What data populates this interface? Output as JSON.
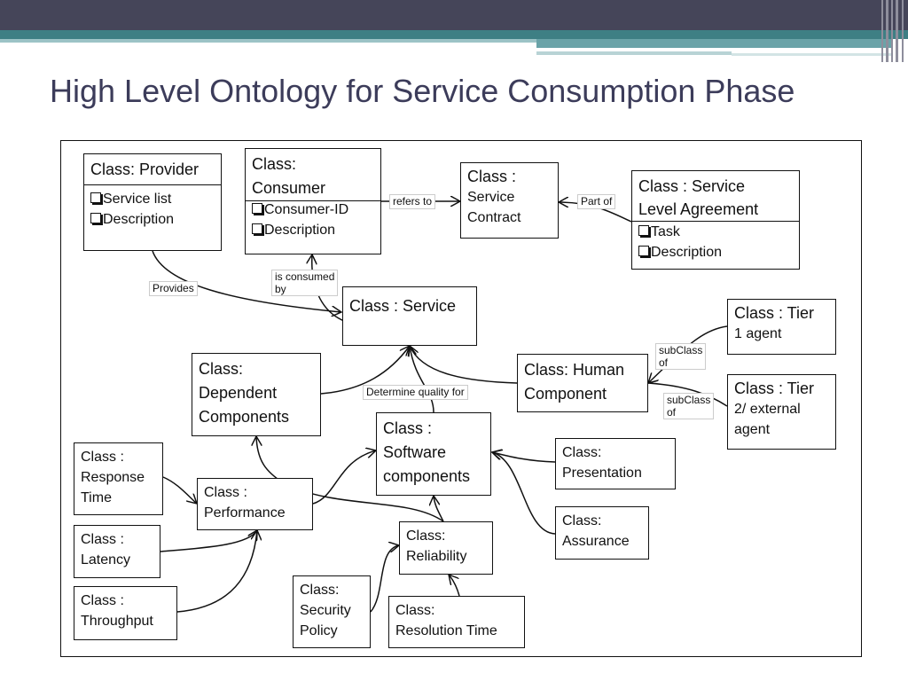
{
  "slide": {
    "title": "High Level Ontology for Service Consumption Phase"
  },
  "classes": {
    "provider": {
      "title": "Class:  Provider",
      "attrs": [
        "Service list",
        "Description"
      ]
    },
    "consumer": {
      "title_line1": "Class:",
      "title_line2": "Consumer",
      "attrs": [
        "Consumer-ID",
        "Description"
      ]
    },
    "contract": {
      "line1": "Class :",
      "line2": "Service",
      "line3": "Contract"
    },
    "sla": {
      "title_line1": "Class : Service",
      "title_line2": "Level Agreement",
      "attrs": [
        "Task",
        "Description"
      ]
    },
    "service": {
      "line1": "Class : Service"
    },
    "tier1": {
      "line1": "Class : Tier",
      "line2": "1 agent"
    },
    "tier2": {
      "line1": "Class : Tier",
      "line2": "2/ external",
      "line3": "agent"
    },
    "human": {
      "line1": "Class: Human",
      "line2": "Component"
    },
    "dependent": {
      "line1": "Class:",
      "line2": "Dependent",
      "line3": "Components"
    },
    "software": {
      "line1": "Class :",
      "line2": "Software",
      "line3": "components"
    },
    "presentation": {
      "line1": "Class:",
      "line2": "Presentation"
    },
    "assurance": {
      "line1": "Class:",
      "line2": "Assurance"
    },
    "response": {
      "line1": "Class :",
      "line2": "Response",
      "line3": "Time"
    },
    "performance": {
      "line1": "Class :",
      "line2": "Performance"
    },
    "latency": {
      "line1": "Class :",
      "line2": "Latency"
    },
    "throughput": {
      "line1": "Class :",
      "line2": "Throughput"
    },
    "reliability": {
      "line1": "Class:",
      "line2": "Reliability"
    },
    "security": {
      "line1": "Class:",
      "line2": "Security",
      "line3": "Policy"
    },
    "resolution": {
      "line1": "Class:",
      "line2": "Resolution Time"
    }
  },
  "relations": {
    "refers_to": "refers to",
    "part_of": "Part of",
    "is_consumed_by_1": "is consumed",
    "is_consumed_by_2": "by",
    "provides": "Provides",
    "subclass_a_1": "subClass",
    "subclass_a_2": "of",
    "subclass_b_1": "subClass",
    "subclass_b_2": "of",
    "determine_quality": "Determine quality for"
  },
  "colors": {
    "header_dark": "#454559",
    "header_teal": "#3e7f84",
    "title_text": "#3c3c5a",
    "line": "#111111"
  }
}
